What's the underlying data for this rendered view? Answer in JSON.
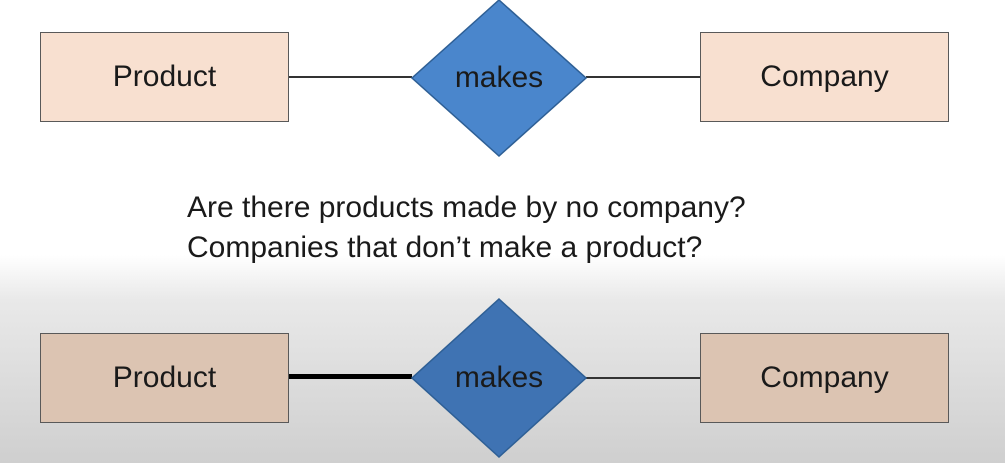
{
  "diagram_top": {
    "left_entity": "Product",
    "relationship": "makes",
    "right_entity": "Company"
  },
  "question": {
    "line1": "Are there products made by no company?",
    "line2": "Companies that don’t make a product?"
  },
  "diagram_bottom": {
    "left_entity": "Product",
    "relationship": "makes",
    "right_entity": "Company"
  },
  "colors": {
    "entity_fill_top": "#f8e0d0",
    "entity_fill_bottom": "#dcc4b2",
    "relationship_fill_top": "#4a86cc",
    "relationship_fill_bottom": "#3f73b3",
    "relationship_stroke": "#2e5f95"
  }
}
